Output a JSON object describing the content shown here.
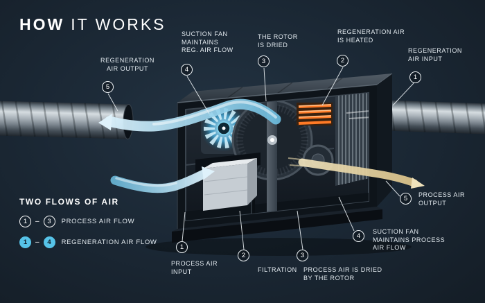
{
  "title": {
    "word_bold": "HOW",
    "word_rest": "IT WORKS"
  },
  "callouts": {
    "regen_output": {
      "num": "5",
      "label": "REGENERATION\nAIR OUTPUT"
    },
    "suction_fan_regen": {
      "num": "4",
      "label": "SUCTION FAN\nMAINTAINS\nREG. AIR FLOW"
    },
    "rotor_dried": {
      "num": "3",
      "label": "THE ROTOR\nIS DRIED"
    },
    "regen_heated": {
      "num": "2",
      "label": "REGENERATION AIR\nIS HEATED"
    },
    "regen_input": {
      "num": "1",
      "label": "REGENERATION\nAIR INPUT"
    },
    "process_output": {
      "num": "5",
      "label": "PROCESS AIR\nOUTPUT"
    },
    "suction_fan_process": {
      "num": "4",
      "label": "SUCTION FAN\nMAINTAINS PROCESS\nAIR FLOW"
    },
    "process_input": {
      "num": "1",
      "label": "PROCESS AIR\nINPUT"
    },
    "filtration": {
      "num": "2",
      "label": "FILTRATION"
    },
    "process_dried": {
      "num": "3",
      "label": "PROCESS AIR IS DRIED\nBY THE ROTOR"
    }
  },
  "legend": {
    "heading": "TWO FLOWS OF AIR",
    "separator": "–",
    "rows": [
      {
        "from": "1",
        "to": "3",
        "label": "PROCESS AIR FLOW"
      },
      {
        "from": "1",
        "to": "4",
        "label": "REGENERATION AIR FLOW"
      }
    ]
  },
  "colors": {
    "background": "#1b2835",
    "accent_blue": "#56c3e8",
    "heater_orange": "#ff7a26",
    "process_beige": "#e7d3a2"
  }
}
